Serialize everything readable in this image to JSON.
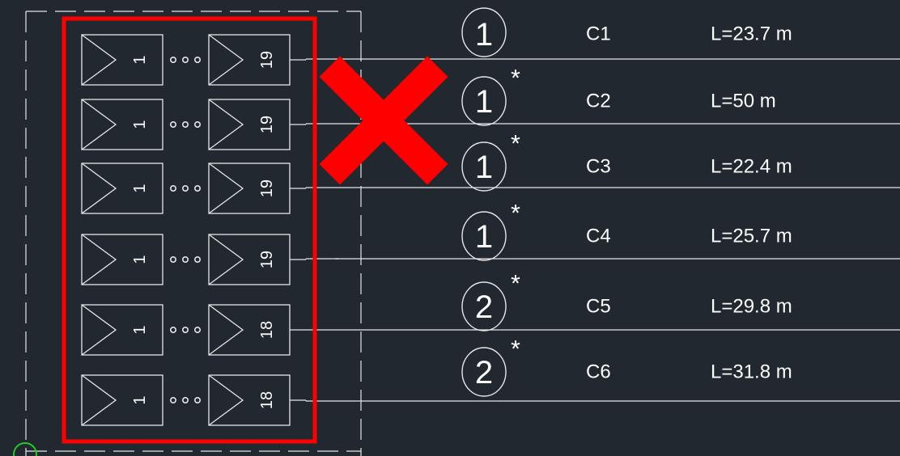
{
  "colors": {
    "background": "#212830",
    "line": "#e6e6e6",
    "highlight": "#ff0000",
    "cross": "#ff0000",
    "origin_marker": "#22cc22"
  },
  "strings": [
    {
      "first_module": "1",
      "last_module": "19",
      "circuit": "C1",
      "badge": "1",
      "asterisk": "",
      "length": "L=23.7 m"
    },
    {
      "first_module": "1",
      "last_module": "19",
      "circuit": "C2",
      "badge": "1",
      "asterisk": "*",
      "length": "L=50 m"
    },
    {
      "first_module": "1",
      "last_module": "19",
      "circuit": "C3",
      "badge": "1",
      "asterisk": "*",
      "length": "L=22.4 m"
    },
    {
      "first_module": "1",
      "last_module": "19",
      "circuit": "C4",
      "badge": "1",
      "asterisk": "*",
      "length": "L=25.7 m"
    },
    {
      "first_module": "1",
      "last_module": "18",
      "circuit": "C5",
      "badge": "2",
      "asterisk": "*",
      "length": "L=29.8 m"
    },
    {
      "first_module": "1",
      "last_module": "18",
      "circuit": "C6",
      "badge": "2",
      "asterisk": "*",
      "length": "L=31.8 m"
    }
  ],
  "icons": {
    "module": "pv-module-icon",
    "ellipsis": "ellipsis-dots-icon",
    "cross": "red-x-icon",
    "origin": "origin-circle-icon"
  }
}
